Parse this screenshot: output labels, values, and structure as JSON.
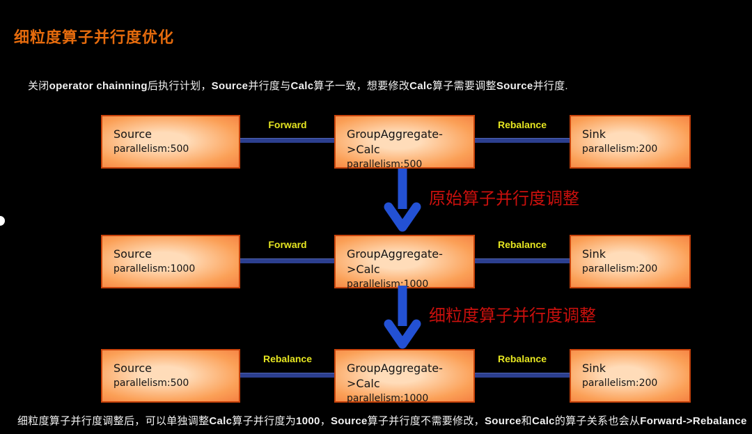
{
  "slide": {
    "title": "细粒度算子并行度优化",
    "intro_segments": [
      {
        "text": "关闭",
        "bold": false
      },
      {
        "text": "operator chainning",
        "bold": true
      },
      {
        "text": "后执行计划，",
        "bold": false
      },
      {
        "text": "Source",
        "bold": true
      },
      {
        "text": "并行度与",
        "bold": false
      },
      {
        "text": "Calc",
        "bold": true
      },
      {
        "text": "算子一致，想要修改",
        "bold": false
      },
      {
        "text": "Calc",
        "bold": true
      },
      {
        "text": "算子需要调整",
        "bold": false
      },
      {
        "text": "Source",
        "bold": true
      },
      {
        "text": "并行度.",
        "bold": false
      }
    ],
    "footer_segments": [
      {
        "text": "细粒度算子并行度调整后，可以单独调整",
        "bold": false
      },
      {
        "text": "Calc",
        "bold": true
      },
      {
        "text": "算子并行度为",
        "bold": false
      },
      {
        "text": "1000",
        "bold": true
      },
      {
        "text": "，",
        "bold": false
      },
      {
        "text": "Source",
        "bold": true
      },
      {
        "text": "算子并行度不需要修改，",
        "bold": false
      },
      {
        "text": "Source",
        "bold": true
      },
      {
        "text": "和",
        "bold": false
      },
      {
        "text": "Calc",
        "bold": true
      },
      {
        "text": "的算子关系也会从",
        "bold": false
      },
      {
        "text": "Forward->Rebalance",
        "bold": true
      }
    ]
  },
  "diagram": {
    "rows": [
      {
        "nodes": [
          {
            "name": "Source",
            "parallelism": "parallelism:500"
          },
          {
            "name": "GroupAggregate->Calc",
            "parallelism": "parallelism:500"
          },
          {
            "name": "Sink",
            "parallelism": "parallelism:200"
          }
        ],
        "edges": [
          {
            "label": "Forward"
          },
          {
            "label": "Rebalance"
          }
        ]
      },
      {
        "nodes": [
          {
            "name": "Source",
            "parallelism": "parallelism:1000"
          },
          {
            "name": "GroupAggregate->Calc",
            "parallelism": "parallelism:1000"
          },
          {
            "name": "Sink",
            "parallelism": "parallelism:200"
          }
        ],
        "edges": [
          {
            "label": "Forward"
          },
          {
            "label": "Rebalance"
          }
        ]
      },
      {
        "nodes": [
          {
            "name": "Source",
            "parallelism": "parallelism:500"
          },
          {
            "name": "GroupAggregate->Calc",
            "parallelism": "parallelism:1000"
          },
          {
            "name": "Sink",
            "parallelism": "parallelism:200"
          }
        ],
        "edges": [
          {
            "label": "Rebalance"
          },
          {
            "label": "Rebalance"
          }
        ]
      }
    ],
    "transitions": [
      {
        "icon": "down-arrow-icon",
        "label": "原始算子并行度调整"
      },
      {
        "icon": "down-arrow-icon",
        "label": "细粒度算子并行度调整"
      }
    ]
  },
  "colors": {
    "background": "#000000",
    "title": "#e56b0d",
    "node_fill_light": "#ffdcb9",
    "node_fill_dark": "#f58142",
    "node_border": "#c8430b",
    "connector_line": "#2c3f8f",
    "edge_label": "#e6e621",
    "arrow_blue": "#2351d4",
    "annotation_red": "#c9100d",
    "body_text": "#f2f2f2"
  }
}
